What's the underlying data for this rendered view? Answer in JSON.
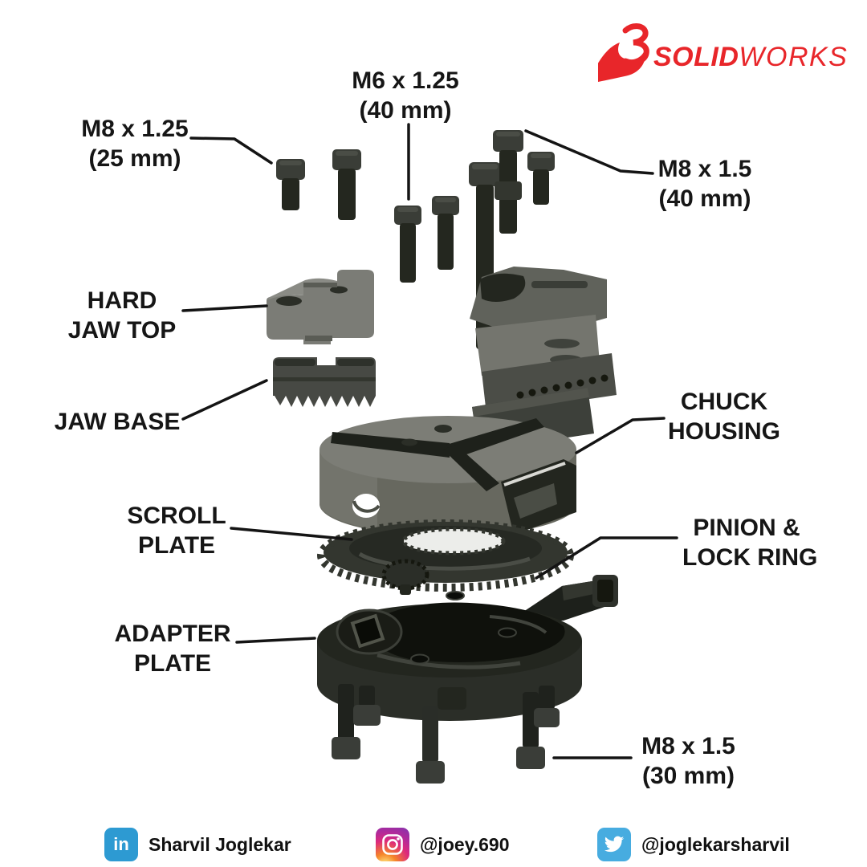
{
  "logo": {
    "bold": "SOLID",
    "light": "WORKS",
    "color": "#e8262a"
  },
  "callouts": {
    "m8_25": {
      "line1": "M8 x 1.25",
      "line2": "(25 mm)"
    },
    "m6_40": {
      "line1": "M6 x 1.25",
      "line2": "(40 mm)"
    },
    "m8_40": {
      "line1": "M8 x 1.5",
      "line2": "(40 mm)"
    },
    "hard_jaw_top": {
      "line1": "HARD",
      "line2": "JAW TOP"
    },
    "jaw_base": {
      "line1": "JAW BASE"
    },
    "chuck_housing": {
      "line1": "CHUCK",
      "line2": "HOUSING"
    },
    "scroll_plate": {
      "line1": "SCROLL",
      "line2": "PLATE"
    },
    "pinion_lock_ring": {
      "line1": "PINION &",
      "line2": "LOCK RING"
    },
    "adapter_plate": {
      "line1": "ADAPTER",
      "line2": "PLATE"
    },
    "m8_30": {
      "line1": "M8 x 1.5",
      "line2": "(30 mm)"
    }
  },
  "footer": {
    "linkedin": {
      "glyph": "in",
      "handle": "Sharvil Joglekar",
      "color": "#2d9ad2"
    },
    "instagram": {
      "handle": "@joey.690"
    },
    "twitter": {
      "handle": "@joglekarsharvil",
      "color": "#47ace0"
    }
  }
}
